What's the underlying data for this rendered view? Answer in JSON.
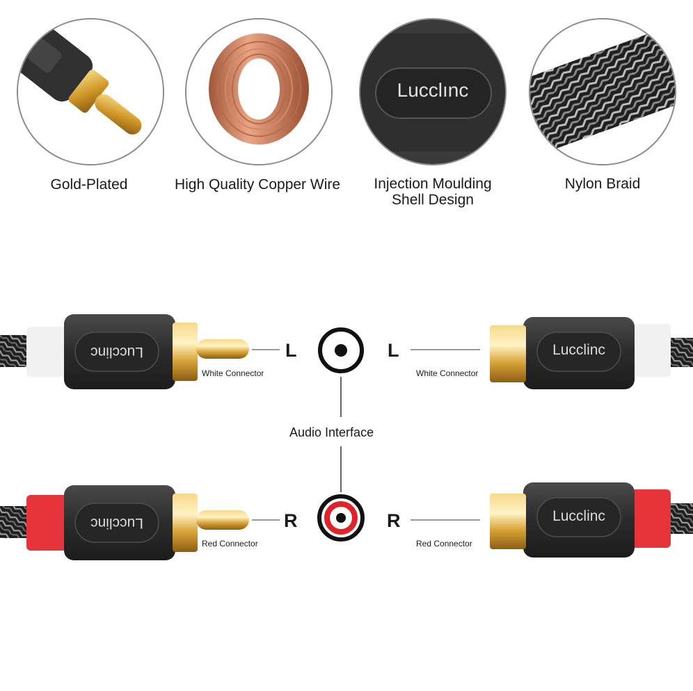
{
  "features": [
    {
      "label": "Gold-Plated",
      "icon": "gold-plated-plug-icon"
    },
    {
      "label": "High Quality Copper Wire",
      "icon": "copper-wire-coil-icon"
    },
    {
      "label_lines": [
        "Injection Moulding",
        "Shell Design"
      ],
      "icon": "moulded-shell-icon",
      "brand": "Lucclınc"
    },
    {
      "label": "Nylon Braid",
      "icon": "nylon-braid-icon"
    }
  ],
  "brand": "Lucclinc",
  "diagram": {
    "left_channel": "L",
    "right_channel": "R",
    "white_connector": "White Connector",
    "red_connector": "Red Connector",
    "audio_interface": "Audio Interface"
  },
  "colors": {
    "gold": "#d9a93a",
    "shell": "#2d2d2d",
    "white_collar": "#f1f1f1",
    "red_collar": "#e5343a",
    "copper": "#c87a5a"
  }
}
